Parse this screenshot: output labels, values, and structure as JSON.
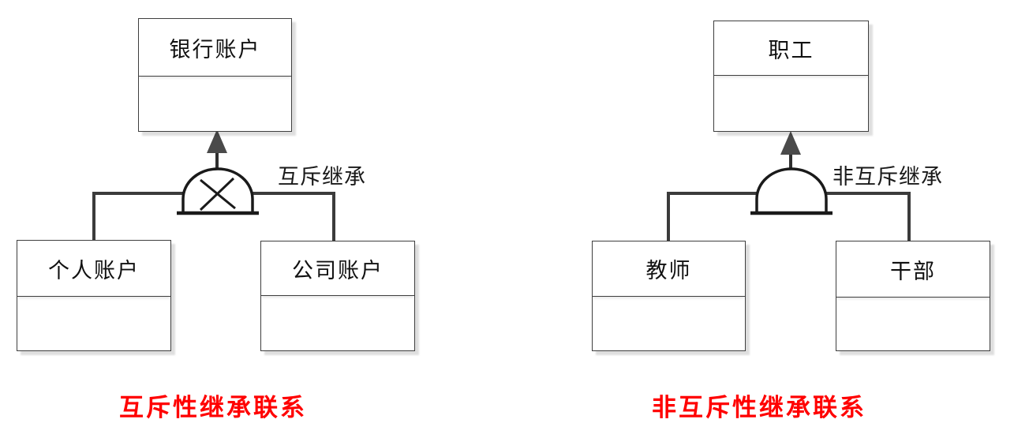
{
  "diagrams": [
    {
      "parent": {
        "title": "银行账户"
      },
      "children": [
        {
          "title": "个人账户"
        },
        {
          "title": "公司账户"
        }
      ],
      "relation_label": "互斥继承",
      "junction": "exclusive-xor-dome",
      "caption": "互斥性继承联系"
    },
    {
      "parent": {
        "title": "职工"
      },
      "children": [
        {
          "title": "教师"
        },
        {
          "title": "干部"
        }
      ],
      "relation_label": "非互斥继承",
      "junction": "plain-dome",
      "caption": "非互斥性继承联系"
    }
  ],
  "colors": {
    "caption_red": "#ff0000",
    "connector_gray": "#3b3b3b",
    "arrow_gray": "#4a4a4a",
    "border_gray": "#3f3f3f"
  }
}
